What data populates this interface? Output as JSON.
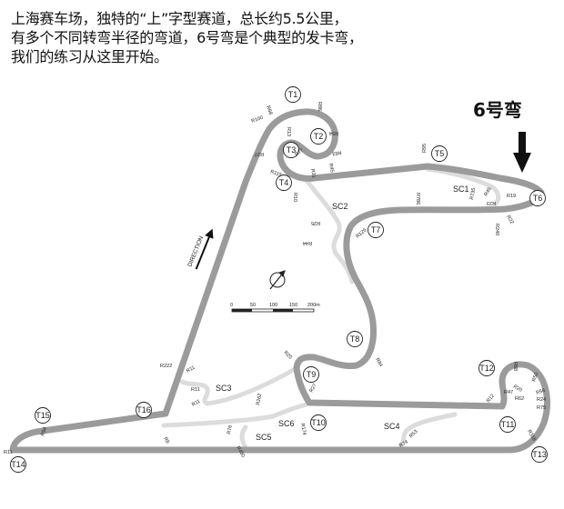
{
  "caption": {
    "lines": [
      "上海赛车场，独特的“上”字型赛道，总长约5.5公里，",
      "有多个不同转弯半径的弯道，6号弯是个典型的发卡弯，",
      "我们的练习从这里开始。"
    ]
  },
  "callout": {
    "label": "6号弯"
  },
  "direction_label": "DIRECTION",
  "turns": [
    "T1",
    "T2",
    "T3",
    "T4",
    "T5",
    "T6",
    "T7",
    "T8",
    "T9",
    "T10",
    "T11",
    "T12",
    "T13",
    "T14",
    "T15",
    "T16"
  ],
  "short_cuts": [
    "SC1",
    "SC2",
    "SC3",
    "SC4",
    "SC5",
    "SC6"
  ],
  "scale_bar": {
    "ticks": [
      "0",
      "50",
      "100",
      "150",
      "200m"
    ]
  },
  "radii": [
    "R86",
    "R68",
    "R100",
    "R54",
    "R63",
    "R45",
    "R31",
    "R77",
    "R13",
    "R27",
    "R115",
    "R10",
    "R95",
    "R786",
    "R735",
    "R45",
    "R23",
    "R19",
    "R22",
    "R240",
    "R25",
    "R44",
    "R126",
    "R84",
    "R20",
    "R27",
    "R222",
    "R11",
    "R11",
    "R11",
    "R262",
    "R174",
    "R76",
    "R450",
    "R53",
    "R74",
    "R88",
    "R20",
    "R47",
    "R62",
    "R12",
    "R50",
    "R56",
    "R24",
    "R75",
    "R318",
    "R94",
    "R11",
    "R8"
  ],
  "colors": {
    "main_track": "#9b9b9b",
    "short_cut": "#dcdcdc",
    "text": "#111111"
  }
}
